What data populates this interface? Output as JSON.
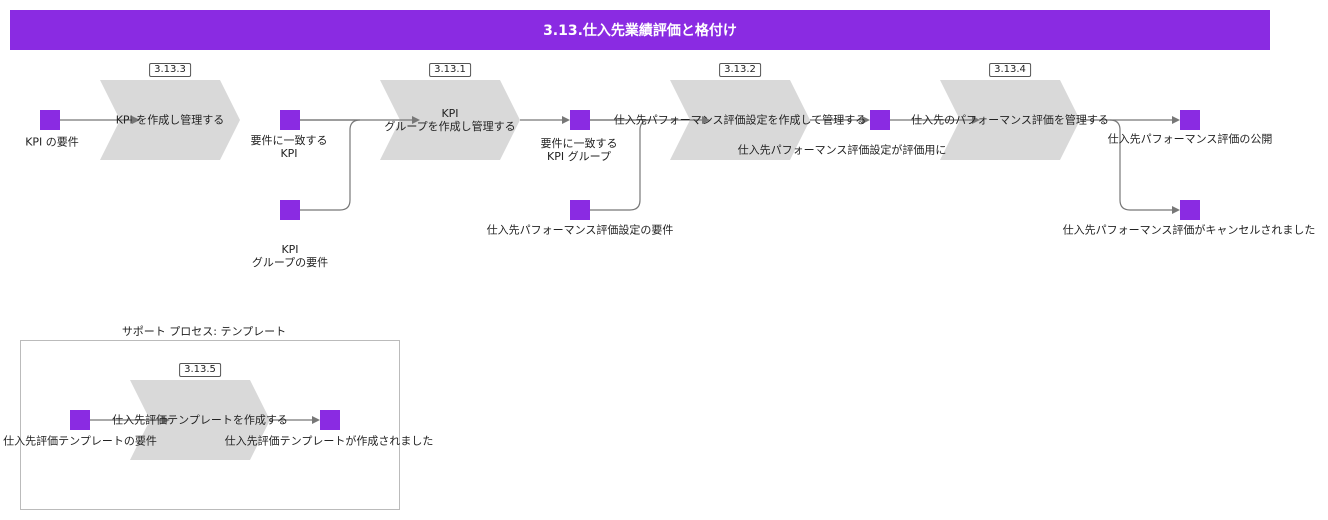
{
  "title": "3.13.仕入先業績評価と格付け",
  "processes": [
    {
      "id": "3.13.3",
      "label": "KPI を作成し管理する"
    },
    {
      "id": "3.13.1",
      "label": "KPI\nグループを作成し管理する"
    },
    {
      "id": "3.13.2",
      "label": "仕入先パフォーマンス評価設定を作成して管理する"
    },
    {
      "id": "3.13.4",
      "label": "仕入先のパフォーマンス評価を管理する"
    }
  ],
  "items": {
    "kpi_requirements": "KPI の要件",
    "matching_kpi": "要件に一致する\nKPI",
    "kpi_group_requirements": "KPI\nグループの要件",
    "matching_kpi_group": "要件に一致する\nKPI グループ",
    "eval_setting_requirements": "仕入先パフォーマンス評価設定の要件",
    "eval_setting_for_eval": "仕入先パフォーマンス評価設定が評価用に",
    "eval_published": "仕入先パフォーマンス評価の公開",
    "eval_cancelled": "仕入先パフォーマンス評価がキャンセルされました"
  },
  "support": {
    "title": "サポート プロセス: テンプレート",
    "process": {
      "id": "3.13.5",
      "label": "仕入先評価テンプレートを作成する"
    },
    "template_requirements": "仕入先評価テンプレートの要件",
    "template_created": "仕入先評価テンプレートが作成されました"
  },
  "colors": {
    "accent": "#8a2be2",
    "chevron": "#d9d9d9",
    "connector": "#777777"
  }
}
